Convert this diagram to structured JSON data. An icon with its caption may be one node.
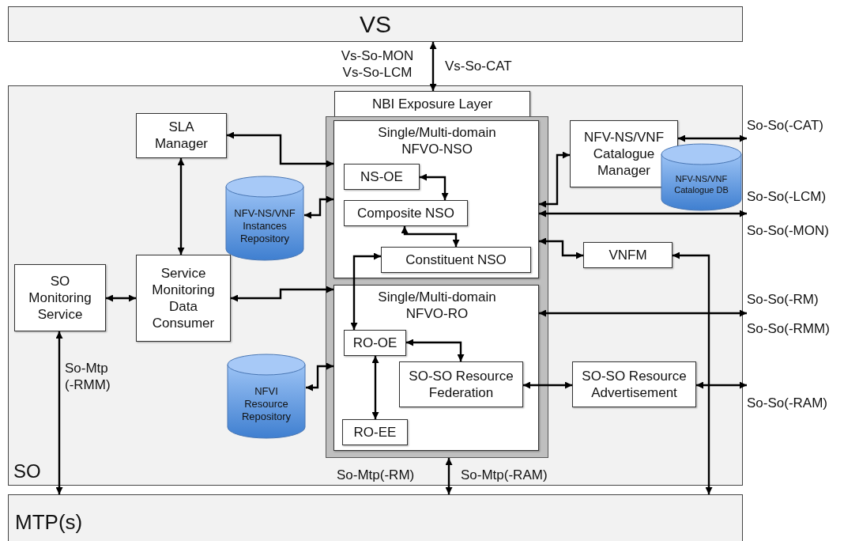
{
  "diagram": {
    "nodes": [
      {
        "text": [
          "VS"
        ]
      },
      {
        "text": [
          "SO"
        ]
      },
      {
        "text": [
          "MTP(s)"
        ]
      },
      {
        "text": [
          "NBI Exposure Layer"
        ],
        "in": 1
      },
      {
        "text": [],
        "shape": "box",
        "in": 1
      },
      {
        "text": [
          "Single/Multi-domain NFVO-NSO"
        ],
        "in": 4
      },
      {
        "text": [
          "NS-OE"
        ],
        "in": 5
      },
      {
        "text": [
          "Composite NSO"
        ],
        "in": 5
      },
      {
        "text": [
          "Constituent NSO"
        ],
        "in": 5
      },
      {
        "text": [
          "Single/Multi-domain NFVO-RO"
        ],
        "in": 4
      },
      {
        "text": [
          "RO-OE"
        ],
        "in": 9
      },
      {
        "text": [
          "SO-SO Resource Federation"
        ],
        "in": 9
      },
      {
        "text": [
          "RO-EE"
        ],
        "in": 9
      },
      {
        "text": [
          "SLA Manager"
        ],
        "in": 1
      },
      {
        "text": [
          "NFV-NS/VNF Instances Repository"
        ],
        "in": 1
      },
      {
        "text": [
          "Service Monitoring Data Consumer"
        ],
        "in": 1
      },
      {
        "text": [
          "SO Monitoring Service"
        ],
        "in": 1
      },
      {
        "text": [
          "NFVI Resource Repository"
        ],
        "in": 1
      },
      {
        "text": [
          "NFV-NS/VNF Catalogue Manager"
        ],
        "in": 1
      },
      {
        "text": [
          "NFV-NS/VNF Catalogue DB"
        ],
        "in": 1
      },
      {
        "text": [
          "VNFM"
        ],
        "in": 1
      },
      {
        "text": [
          "SO-SO Resource Advertisement"
        ],
        "in": 1
      },
      {
        "text": [
          "So-So(-CAT)"
        ]
      },
      {
        "text": [
          "So-So(-LCM)",
          "So-So(-MON)"
        ]
      },
      {
        "text": [
          "So-So(-RM)",
          "So-So(-RMM)"
        ]
      },
      {
        "text": [
          "So-So(-RAM)"
        ]
      }
    ],
    "edges": [
      {
        "from": 0,
        "to": 3,
        "arrow": "both"
      },
      {
        "from": 13,
        "to": 5,
        "arrow": "both"
      },
      {
        "from": 13,
        "to": 15,
        "arrow": "both"
      },
      {
        "from": 14,
        "to": 5,
        "arrow": "both"
      },
      {
        "from": 6,
        "to": 7,
        "arrow": "both"
      },
      {
        "from": 7,
        "to": 8,
        "arrow": "both"
      },
      {
        "from": 8,
        "to": 10,
        "arrow": "both"
      },
      {
        "from": 16,
        "to": 15,
        "arrow": "both"
      },
      {
        "from": 15,
        "to": 9,
        "arrow": "both"
      },
      {
        "from": 17,
        "to": 9,
        "arrow": "both"
      },
      {
        "from": 10,
        "to": 11,
        "arrow": "both"
      },
      {
        "from": 10,
        "to": 12,
        "arrow": "both"
      },
      {
        "from": 11,
        "to": 21,
        "arrow": "both"
      },
      {
        "from": 21,
        "to": 25,
        "arrow": "both"
      },
      {
        "from": 18,
        "to": 22,
        "arrow": "both"
      },
      {
        "from": 5,
        "to": 18,
        "arrow": "both"
      },
      {
        "from": 5,
        "to": 23,
        "arrow": "both"
      },
      {
        "from": 5,
        "to": 20,
        "arrow": "both"
      },
      {
        "from": 20,
        "to": 2,
        "arrow": "both"
      },
      {
        "from": 9,
        "to": 24,
        "arrow": "both"
      },
      {
        "from": 16,
        "to": 2,
        "arrow": "both"
      },
      {
        "from": 4,
        "to": 2,
        "arrow": "both"
      }
    ],
    "labels": [
      "Vs-So-MON Vs-So-LCM",
      "Vs-So-CAT",
      "So-Mtp (-RMM)",
      "So-Mtp(-RM)",
      "So-Mtp(-RAM)"
    ]
  }
}
